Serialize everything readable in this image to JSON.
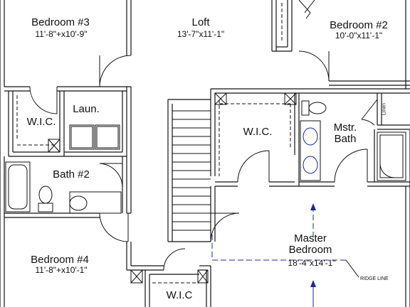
{
  "rooms": {
    "bedroom3": {
      "name": "Bedroom #3",
      "dims": "11'-8\"+x10'-9\""
    },
    "loft": {
      "name": "Loft",
      "dims": "13'-7\"x11'-1\""
    },
    "bedroom2": {
      "name": "Bedroom #2",
      "dims": "10'-0\"x11'-1\""
    },
    "wic_left": {
      "name": "W.I.C."
    },
    "laundry": {
      "name": "Laun."
    },
    "bath2": {
      "name": "Bath #2"
    },
    "wic_master": {
      "name": "W.I.C."
    },
    "mstr_bath": {
      "name_line1": "Mstr.",
      "name_line2": "Bath"
    },
    "linen": {
      "name": "Linen"
    },
    "master": {
      "name_line1": "Master",
      "name_line2": "Bedroom",
      "dims": "18'-4\"x14'-1\""
    },
    "bedroom4": {
      "name": "Bedroom #4",
      "dims": "11'-8\"+x10'-1\""
    },
    "wic_bottom": {
      "name": "W.I.C"
    }
  },
  "annotations": {
    "ridge_line": "RIDGE LINE"
  },
  "colors": {
    "wall": "#111111",
    "ridge": "#1a2a9c",
    "background": "#ffffff"
  }
}
